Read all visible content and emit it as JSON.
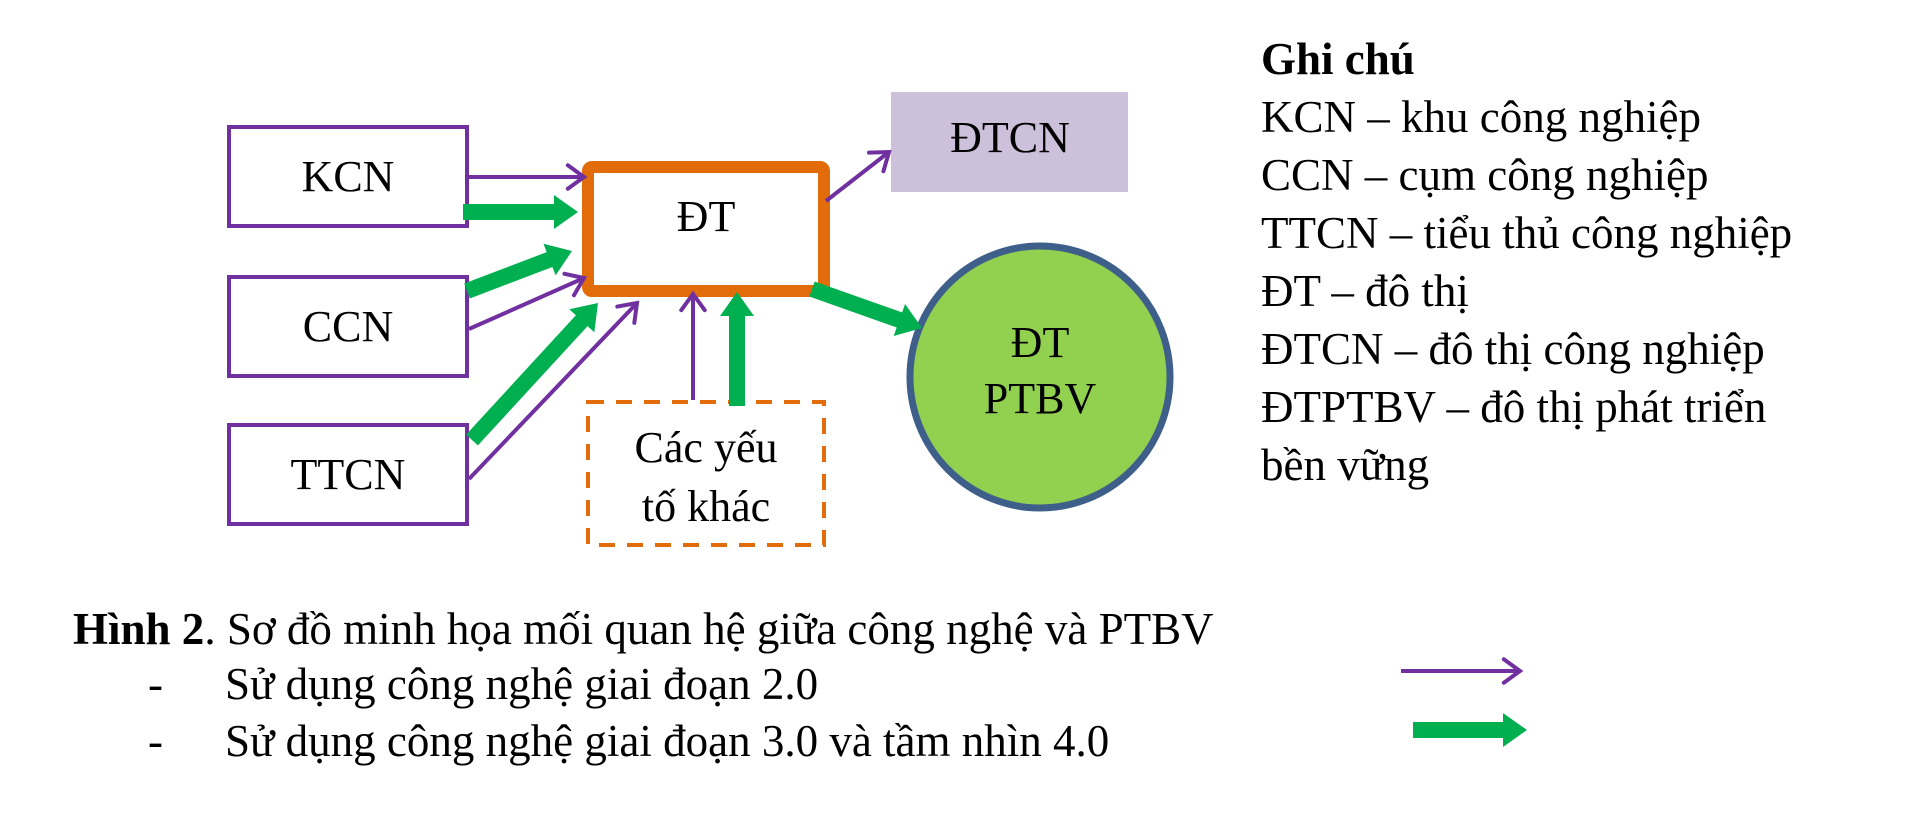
{
  "colors": {
    "purple": "#7030A0",
    "green": "#00B050",
    "orange": "#E36C0A",
    "lavender": "#CCC0DA",
    "circle_fill": "#92D050",
    "circle_stroke": "#3E5F8A"
  },
  "nodes": {
    "kcn": "KCN",
    "ccn": "CCN",
    "ttcn": "TTCN",
    "dt": "ĐT",
    "dtcn": "ĐTCN",
    "dtptbv_line1": "ĐT",
    "dtptbv_line2": "PTBV",
    "other_line1": "Các yếu",
    "other_line2": "tố khác"
  },
  "edges": [
    {
      "from": "KCN",
      "to": "ĐT",
      "type": "stage-2.0"
    },
    {
      "from": "KCN",
      "to": "ĐT",
      "type": "stage-3.0-4.0"
    },
    {
      "from": "CCN",
      "to": "ĐT",
      "type": "stage-2.0"
    },
    {
      "from": "CCN",
      "to": "ĐT",
      "type": "stage-3.0-4.0"
    },
    {
      "from": "TTCN",
      "to": "ĐT",
      "type": "stage-2.0"
    },
    {
      "from": "TTCN",
      "to": "ĐT",
      "type": "stage-3.0-4.0"
    },
    {
      "from": "Các yếu tố khác",
      "to": "ĐT",
      "type": "stage-2.0"
    },
    {
      "from": "Các yếu tố khác",
      "to": "ĐT",
      "type": "stage-3.0-4.0"
    },
    {
      "from": "ĐT",
      "to": "ĐTCN",
      "type": "stage-2.0"
    },
    {
      "from": "ĐT",
      "to": "ĐT PTBV",
      "type": "stage-3.0-4.0"
    }
  ],
  "legend": {
    "title": "Ghi chú",
    "items": [
      "KCN – khu công nghiệp",
      "CCN – cụm công nghiệp",
      "TTCN – tiểu thủ công nghiệp",
      "ĐT – đô thị",
      "ĐTCN – đô thị công nghiệp",
      "ĐTPTBV – đô thị phát triển",
      "bền vững"
    ]
  },
  "caption": {
    "figure_label": "Hình 2",
    "text": ". Sơ đồ minh họa mối quan hệ giữa công nghệ và PTBV",
    "bullets": [
      {
        "dash": "-",
        "text": "Sử dụng công nghệ giai đoạn 2.0",
        "arrow": "thin-purple-arrow"
      },
      {
        "dash": "-",
        "text": "Sử dụng công nghệ giai đoạn 3.0 và tầm nhìn 4.0",
        "arrow": "thick-green-arrow"
      }
    ]
  }
}
